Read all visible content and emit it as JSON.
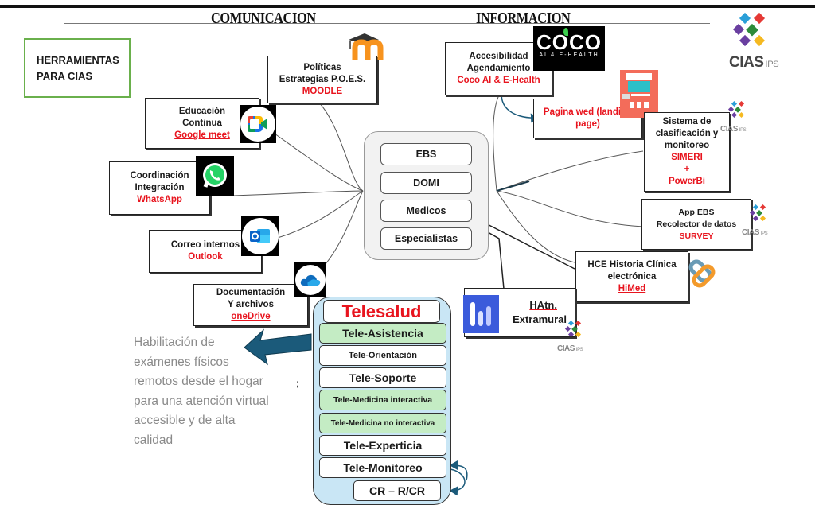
{
  "headers": {
    "comunicacion": "COMUNICACION",
    "informacion": "INFORMACION"
  },
  "title_box": {
    "line1": "HERRAMIENTAS",
    "line2": "PARA CIAS"
  },
  "logo": {
    "brand": "CIAS",
    "suffix": "IPS"
  },
  "comunicacion_tools": [
    {
      "id": "moodle",
      "lines": [
        "Políticas",
        "Estrategias P.O.E.S."
      ],
      "tool": "MOODLE",
      "icon": "moodle-icon"
    },
    {
      "id": "meet",
      "lines": [
        "Educación",
        "Continua"
      ],
      "tool": "Google meet",
      "icon": "google-meet-icon"
    },
    {
      "id": "whatsapp",
      "lines": [
        "Coordinación",
        "Integración"
      ],
      "tool": "WhatsApp",
      "icon": "whatsapp-icon"
    },
    {
      "id": "outlook",
      "lines": [
        "Correo internos"
      ],
      "tool": "Outlook",
      "icon": "outlook-icon"
    },
    {
      "id": "onedrive",
      "lines": [
        "Documentación",
        "Y archivos"
      ],
      "tool": "oneDrive",
      "icon": "onedrive-icon"
    }
  ],
  "informacion_tools": [
    {
      "id": "coco",
      "lines": [
        "Accesibilidad",
        "Agendamiento"
      ],
      "tool": "Coco Al & E-Health",
      "icon": "coco-icon"
    },
    {
      "id": "landing",
      "lines": [],
      "tool": "Pagina wed (landing page)",
      "icon": "webpage-icon"
    },
    {
      "id": "simeri",
      "lines": [
        "Sistema de",
        "clasificación y",
        "monitoreo"
      ],
      "tool": "SIMERI",
      "tool2": "+",
      "tool3": "PowerBi",
      "icon": "cias-logo-icon"
    },
    {
      "id": "survey",
      "lines": [
        "App EBS",
        "Recolector de datos"
      ],
      "tool": "SURVEY",
      "icon": "cias-logo-icon"
    },
    {
      "id": "himed",
      "lines": [
        "HCE Historia Clínica",
        "electrónica"
      ],
      "tool": "HiMed",
      "icon": "himed-icon"
    },
    {
      "id": "extramural",
      "lines": [
        "HAtn.",
        "Extramural"
      ],
      "icon": "chart-bars-icon"
    }
  ],
  "coco_logo": {
    "name": "COCO",
    "sub": "AI & E-HEALTH"
  },
  "hub": {
    "items": [
      "EBS",
      "DOMI",
      "Medicos",
      "Especialistas"
    ]
  },
  "telesalud": {
    "title": "Telesalud",
    "items": [
      {
        "label": "Tele-Asistencia",
        "highlight": true
      },
      {
        "label": "Tele-Orientación",
        "highlight": false
      },
      {
        "label": "Tele-Soporte",
        "highlight": false
      },
      {
        "label": "Tele-Medicina interactiva",
        "highlight": true
      },
      {
        "label": "Tele-Medicina no interactiva",
        "highlight": true
      },
      {
        "label": "Tele-Experticia",
        "highlight": false
      },
      {
        "label": "Tele-Monitoreo",
        "highlight": false
      }
    ],
    "sub_item": "CR – R/CR"
  },
  "description": "Habilitación de exámenes físicos remotos desde el hogar para una atención virtual accesible y de alta calidad",
  "stray_mark": ";",
  "colors": {
    "red": "#e8141e",
    "green_fill": "#c4ecc4",
    "blue_fill": "#c9e6f5",
    "arrow_blue": "#1b5a7a",
    "frame_green": "#6ab04c"
  }
}
